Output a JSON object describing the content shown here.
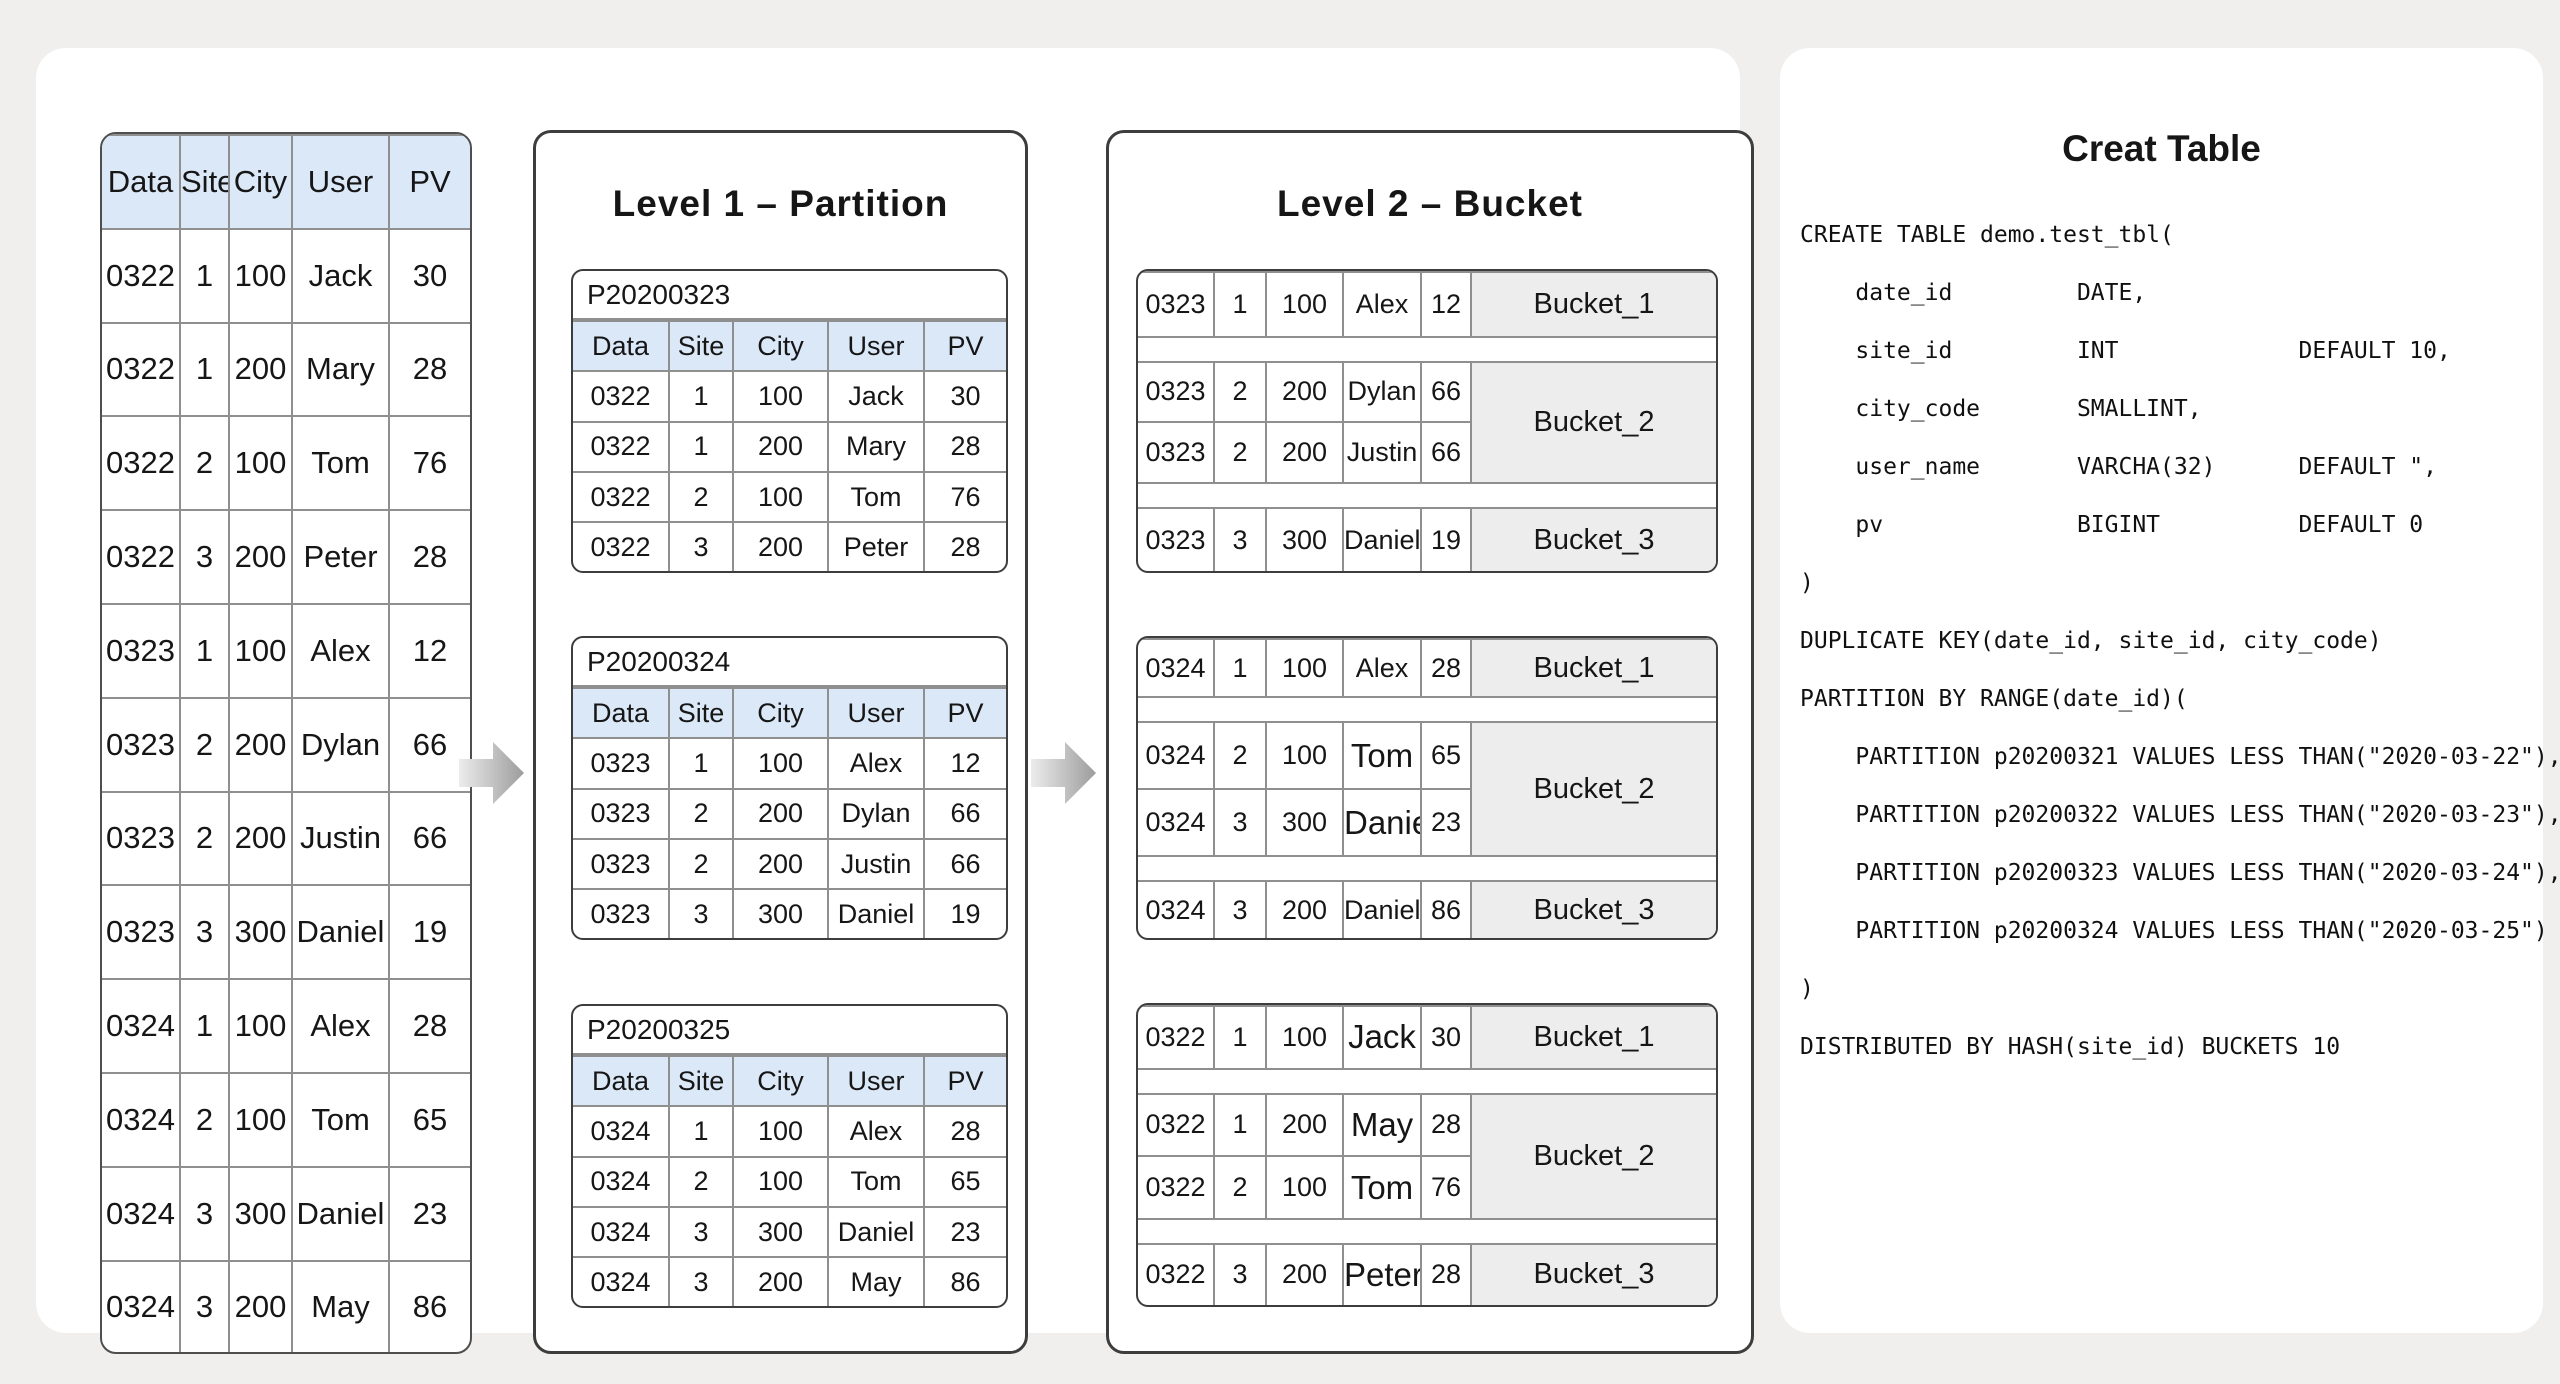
{
  "colors": {
    "background": "#f0efee",
    "header_blue": "#dbe8f8",
    "bucket_gray": "#ededed",
    "panel_border": "#3d3d3d",
    "grid_line": "#8f8f8f"
  },
  "columns": [
    "Data",
    "Site",
    "City",
    "User",
    "PV"
  ],
  "source_table": {
    "rows": [
      [
        "0322",
        "1",
        "100",
        "Jack",
        "30"
      ],
      [
        "0322",
        "1",
        "200",
        "Mary",
        "28"
      ],
      [
        "0322",
        "2",
        "100",
        "Tom",
        "76"
      ],
      [
        "0322",
        "3",
        "200",
        "Peter",
        "28"
      ],
      [
        "0323",
        "1",
        "100",
        "Alex",
        "12"
      ],
      [
        "0323",
        "2",
        "200",
        "Dylan",
        "66"
      ],
      [
        "0323",
        "2",
        "200",
        "Justin",
        "66"
      ],
      [
        "0323",
        "3",
        "300",
        "Daniel",
        "19"
      ],
      [
        "0324",
        "1",
        "100",
        "Alex",
        "28"
      ],
      [
        "0324",
        "2",
        "100",
        "Tom",
        "65"
      ],
      [
        "0324",
        "3",
        "300",
        "Daniel",
        "23"
      ],
      [
        "0324",
        "3",
        "200",
        "May",
        "86"
      ]
    ]
  },
  "level1": {
    "title": "Level 1 – Partition",
    "partitions": [
      {
        "name": "P20200323",
        "rows": [
          [
            "0322",
            "1",
            "100",
            "Jack",
            "30"
          ],
          [
            "0322",
            "1",
            "200",
            "Mary",
            "28"
          ],
          [
            "0322",
            "2",
            "100",
            "Tom",
            "76"
          ],
          [
            "0322",
            "3",
            "200",
            "Peter",
            "28"
          ]
        ]
      },
      {
        "name": "P20200324",
        "rows": [
          [
            "0323",
            "1",
            "100",
            "Alex",
            "12"
          ],
          [
            "0323",
            "2",
            "200",
            "Dylan",
            "66"
          ],
          [
            "0323",
            "2",
            "200",
            "Justin",
            "66"
          ],
          [
            "0323",
            "3",
            "300",
            "Daniel",
            "19"
          ]
        ]
      },
      {
        "name": "P20200325",
        "rows": [
          [
            "0324",
            "1",
            "100",
            "Alex",
            "28"
          ],
          [
            "0324",
            "2",
            "100",
            "Tom",
            "65"
          ],
          [
            "0324",
            "3",
            "300",
            "Daniel",
            "23"
          ],
          [
            "0324",
            "3",
            "200",
            "May",
            "86"
          ]
        ]
      }
    ]
  },
  "level2": {
    "title": "Level 2 – Bucket",
    "groups": [
      {
        "segments": [
          {
            "bucket": "Bucket_1",
            "rows": [
              {
                "cells": [
                  "0323",
                  "1",
                  "100",
                  "Alex",
                  "12"
                ],
                "big_user": false
              }
            ]
          },
          {
            "bucket": "Bucket_2",
            "rows": [
              {
                "cells": [
                  "0323",
                  "2",
                  "200",
                  "Dylan",
                  "66"
                ],
                "big_user": false
              },
              {
                "cells": [
                  "0323",
                  "2",
                  "200",
                  "Justin",
                  "66"
                ],
                "big_user": false
              }
            ]
          },
          {
            "bucket": "Bucket_3",
            "rows": [
              {
                "cells": [
                  "0323",
                  "3",
                  "300",
                  "Daniel",
                  "19"
                ],
                "big_user": false
              }
            ]
          }
        ]
      },
      {
        "segments": [
          {
            "bucket": "Bucket_1",
            "rows": [
              {
                "cells": [
                  "0324",
                  "1",
                  "100",
                  "Alex",
                  "28"
                ],
                "big_user": false
              }
            ]
          },
          {
            "bucket": "Bucket_2",
            "rows": [
              {
                "cells": [
                  "0324",
                  "2",
                  "100",
                  "Tom",
                  "65"
                ],
                "big_user": true
              },
              {
                "cells": [
                  "0324",
                  "3",
                  "300",
                  "Daniel",
                  "23"
                ],
                "big_user": true
              }
            ]
          },
          {
            "bucket": "Bucket_3",
            "rows": [
              {
                "cells": [
                  "0324",
                  "3",
                  "200",
                  "Daniel",
                  "86"
                ],
                "big_user": false
              }
            ]
          }
        ]
      },
      {
        "segments": [
          {
            "bucket": "Bucket_1",
            "rows": [
              {
                "cells": [
                  "0322",
                  "1",
                  "100",
                  "Jack",
                  "30"
                ],
                "big_user": true
              }
            ]
          },
          {
            "bucket": "Bucket_2",
            "rows": [
              {
                "cells": [
                  "0322",
                  "1",
                  "200",
                  "May",
                  "28"
                ],
                "big_user": true
              },
              {
                "cells": [
                  "0322",
                  "2",
                  "100",
                  "Tom",
                  "76"
                ],
                "big_user": true
              }
            ]
          },
          {
            "bucket": "Bucket_3",
            "rows": [
              {
                "cells": [
                  "0322",
                  "3",
                  "200",
                  "Peter",
                  "28"
                ],
                "big_user": true
              }
            ]
          }
        ]
      }
    ]
  },
  "sql_panel": {
    "title": "Creat Table",
    "lines": [
      "CREATE TABLE demo.test_tbl(",
      "    date_id         DATE,",
      "    site_id         INT             DEFAULT 10,",
      "    city_code       SMALLINT,",
      "    user_name       VARCHA(32)      DEFAULT \",",
      "    pv              BIGINT          DEFAULT 0",
      ")",
      "DUPLICATE KEY(date_id, site_id, city_code)",
      "PARTITION BY RANGE(date_id)(",
      "    PARTITION p20200321 VALUES LESS THAN(\"2020-03-22\"),",
      "    PARTITION p20200322 VALUES LESS THAN(\"2020-03-23\"),",
      "    PARTITION p20200323 VALUES LESS THAN(\"2020-03-24\"),",
      "    PARTITION p20200324 VALUES LESS THAN(\"2020-03-25\")",
      ")",
      "DISTRIBUTED BY HASH(site_id) BUCKETS 10"
    ]
  }
}
